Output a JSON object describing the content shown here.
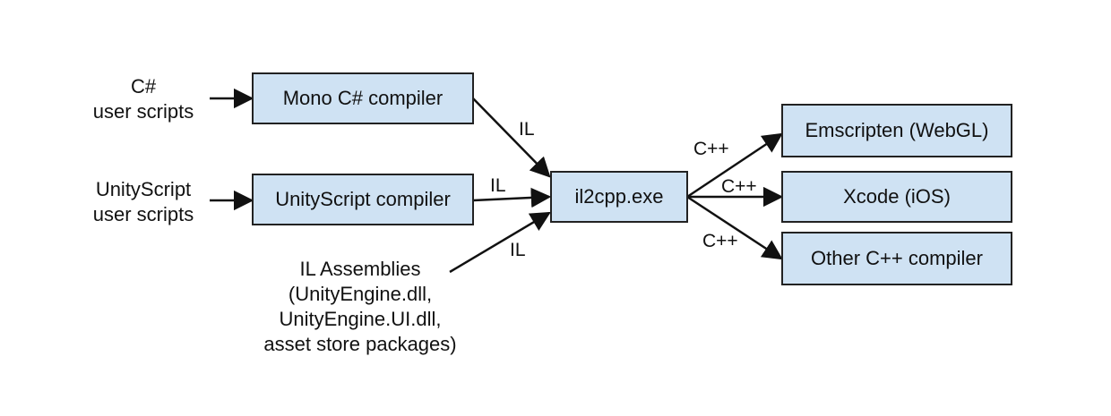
{
  "inputs": {
    "csharp": [
      "C#",
      "user scripts"
    ],
    "unityscript": [
      "UnityScript",
      "user scripts"
    ],
    "assemblies": [
      "IL Assemblies",
      "(UnityEngine.dll,",
      "UnityEngine.UI.dll,",
      "asset store packages)"
    ]
  },
  "compilers": {
    "mono": "Mono C# compiler",
    "unityscript": "UnityScript compiler"
  },
  "center": "il2cpp.exe",
  "outputs": {
    "emscripten": "Emscripten (WebGL)",
    "xcode": "Xcode (iOS)",
    "other": "Other C++ compiler"
  },
  "edge_labels": {
    "il_mono": "IL",
    "il_unityscript": "IL",
    "il_assemblies": "IL",
    "cpp_emscripten": "C++",
    "cpp_xcode": "C++",
    "cpp_other": "C++"
  },
  "colors": {
    "box_fill": "#cfe2f3",
    "stroke": "#222222"
  }
}
